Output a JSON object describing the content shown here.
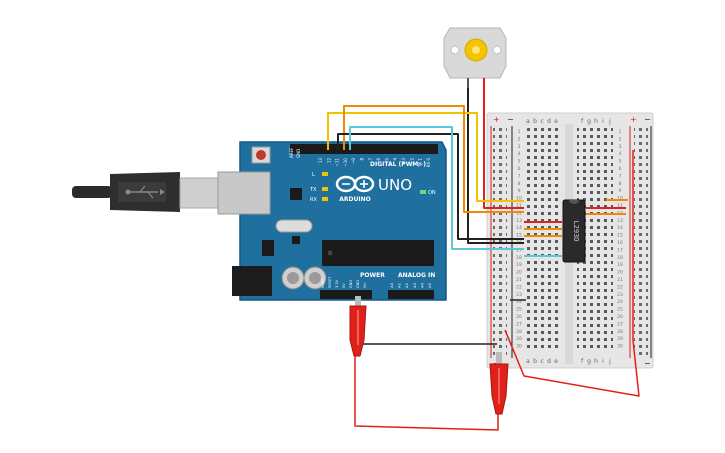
{
  "colors": {
    "board": "#1f6f9f",
    "board_edge": "#135a85",
    "breadboard": "#e9e9e9",
    "wire_yellow": "#f2c200",
    "wire_orange": "#f08a00",
    "wire_red": "#e0201a",
    "wire_black": "#222222",
    "wire_cyan": "#5bc7d8",
    "clip_red": "#e0201a",
    "motor_body": "#d9d9d9",
    "motor_gear": "#f5c400"
  },
  "arduino": {
    "logo_text": "UNO",
    "brand_text": "ARDUINO",
    "digital_label": "DIGITAL (PWM~)",
    "power_label": "POWER",
    "analog_label": "ANALOG IN",
    "on_label": "ON",
    "tx_label": "TX",
    "rx_label": "RX",
    "l_label": "L",
    "aref_label": "AREF",
    "gnd_label": "GND",
    "digital_pins": [
      "13",
      "12",
      "~11",
      "~10",
      "~9",
      "8",
      "7",
      "~6",
      "~5",
      "4",
      "~3",
      "2",
      "TX 1",
      "RX 0"
    ],
    "power_pins": [
      "IOREF",
      "RESET",
      "3.3V",
      "5V",
      "GND",
      "GND",
      "Vin"
    ],
    "analog_pins": [
      "A0",
      "A1",
      "A2",
      "A3",
      "A4",
      "A5"
    ]
  },
  "breadboard": {
    "columns_left": [
      "a",
      "b",
      "c",
      "d",
      "e"
    ],
    "columns_right": [
      "f",
      "g",
      "h",
      "i",
      "j"
    ],
    "row_numbers": [
      "1",
      "2",
      "3",
      "4",
      "5",
      "6",
      "7",
      "8",
      "9",
      "10",
      "11",
      "12",
      "13",
      "14",
      "15",
      "16",
      "17",
      "18",
      "19",
      "20",
      "21",
      "22",
      "23",
      "24",
      "25",
      "26",
      "27",
      "28",
      "29",
      "30"
    ],
    "plus_sign": "+",
    "minus_sign": "−"
  },
  "chip": {
    "label": "L293D"
  }
}
